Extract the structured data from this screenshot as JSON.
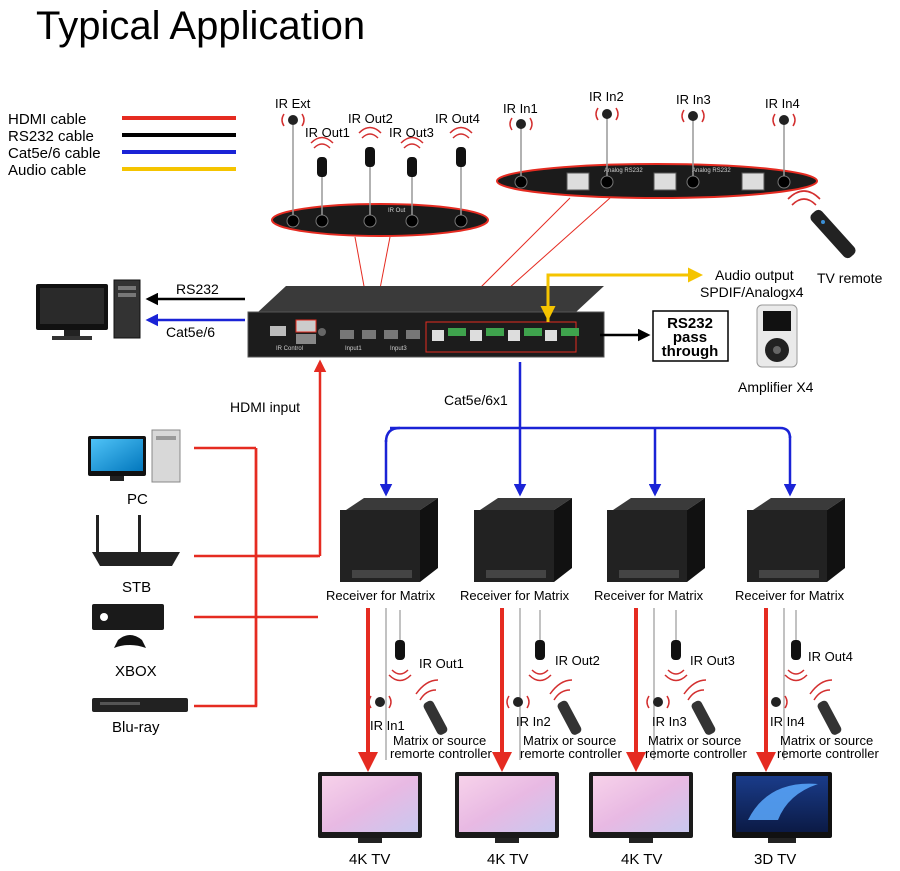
{
  "title": "Typical Application",
  "legend": [
    {
      "label": "HDMI cable",
      "color": "#e52b21"
    },
    {
      "label": "RS232 cable",
      "color": "#000000"
    },
    {
      "label": "Cat5e/6 cable",
      "color": "#1a23d6"
    },
    {
      "label": "Audio cable",
      "color": "#f5c400"
    }
  ],
  "ir_out_labels": [
    "IR Ext",
    "IR Out1",
    "IR Out2",
    "IR Out3",
    "IR Out4"
  ],
  "ir_in_labels": [
    "IR In1",
    "IR In2",
    "IR In3",
    "IR In4"
  ],
  "tv_remote": "TV remote",
  "computer_links": [
    "RS232",
    "Cat5e/6"
  ],
  "audio_output": [
    "Audio output",
    "SPDIF/Analogx4"
  ],
  "rs232_box": [
    "RS232",
    "pass",
    "through"
  ],
  "amplifier": "Amplifier X4",
  "hdmi_input": "HDMI input",
  "cat_link": "Cat5e/6x1",
  "sources": [
    "PC",
    "STB",
    "XBOX",
    "Blu-ray"
  ],
  "receivers": [
    {
      "label": "Receiver for Matrix",
      "ir_out": "IR Out1",
      "ir_in": "IR In1",
      "remote": [
        "Matrix or source",
        "remorte controller"
      ],
      "tv": "4K TV"
    },
    {
      "label": "Receiver for Matrix",
      "ir_out": "IR Out2",
      "ir_in": "IR In2",
      "remote": [
        "Matrix or source",
        "remorte controller"
      ],
      "tv": "4K TV"
    },
    {
      "label": "Receiver for Matrix",
      "ir_out": "IR Out3",
      "ir_in": "IR In3",
      "remote": [
        "Matrix or source",
        "remorte controller"
      ],
      "tv": "4K TV"
    },
    {
      "label": "Receiver for Matrix",
      "ir_out": "IR Out4",
      "ir_in": "IR In4",
      "remote": [
        "Matrix or source",
        "remorte controller"
      ],
      "tv": "3D TV"
    }
  ]
}
